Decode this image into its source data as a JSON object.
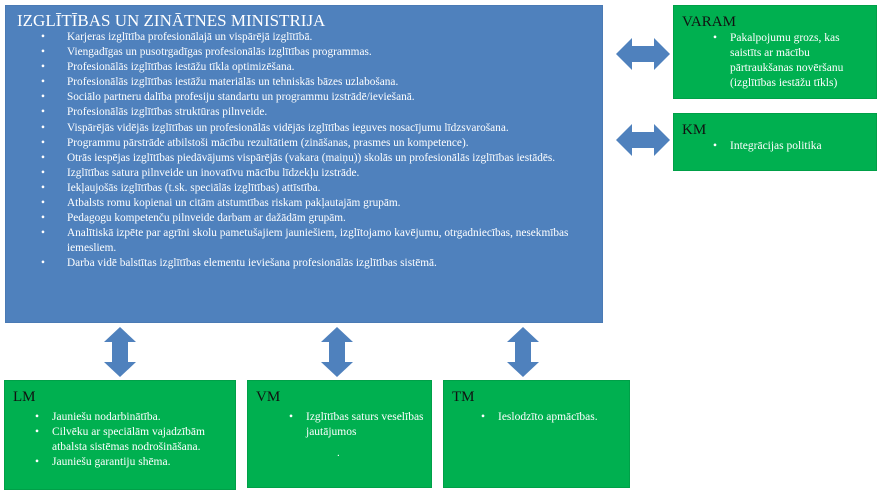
{
  "main": {
    "title": "IZGLĪTĪBAS UN ZINĀTNES MINISTRIJA",
    "items": [
      "Karjeras izglītība profesionālajā un vispārējā izglītībā.",
      "Viengadīgas un pusotrgadīgas profesionālās izglītības programmas.",
      "Profesionālās izglītības iestāžu tīkla optimizēšana.",
      "Profesionālās izglītības iestāžu materiālās un tehniskās bāzes uzlabošana.",
      "Sociālo partneru dalība profesiju standartu un programmu izstrādē/ieviešanā.",
      "Profesionālās izglītības struktūras pilnveide.",
      "Vispārējās vidējās izglītības un profesionālās vidējās izglītības ieguves nosacījumu līdzsvarošana.",
      "Programmu pārstrāde atbilstoši mācību rezultātiem (zināšanas, prasmes un kompetence).",
      "Otrās iespējas izglītības piedāvājums vispārējās (vakara (maiņu)) skolās un profesionālās izglītības iestādēs.",
      "Izglītības satura pilnveide un inovatīvu mācību līdzekļu izstrāde.",
      "Iekļaujošās izglītības (t.sk. speciālās izglītības) attīstība.",
      "Atbalsts romu kopienai un citām atstumtības riskam pakļautajām grupām.",
      "Pedagogu kompetenču pilnveide darbam ar dažādām grupām.",
      "Analītiskā izpēte par agrīni skolu pametušajiem jauniešiem, izglītojamo kavējumu, otrgadniecības, nesekmības iemesliem.",
      "Darba vidē balstītas izglītības elementu ieviešana profesionālās izglītības sistēmā."
    ]
  },
  "varam": {
    "title": "VARAM",
    "items": [
      "Pakalpojumu grozs, kas saistīts ar mācību pārtraukšanas novēršanu (izglītības iestāžu tīkls)"
    ]
  },
  "km": {
    "title": "KM",
    "items": [
      "Integrācijas politika"
    ]
  },
  "lm": {
    "title": "LM",
    "items": [
      "Jauniešu nodarbinātība.",
      "Cilvēku ar speciālām vajadzībām atbalsta sistēmas nodrošināšana.",
      "Jauniešu garantiju shēma."
    ]
  },
  "vm": {
    "title": "VM",
    "items": [
      "Izglītības saturs veselības jautājumos"
    ],
    "note": "."
  },
  "tm": {
    "title": "TM",
    "items": [
      "Ieslodzīto apmācības."
    ]
  },
  "colors": {
    "blue": "#4f81bd",
    "green": "#00b050"
  }
}
